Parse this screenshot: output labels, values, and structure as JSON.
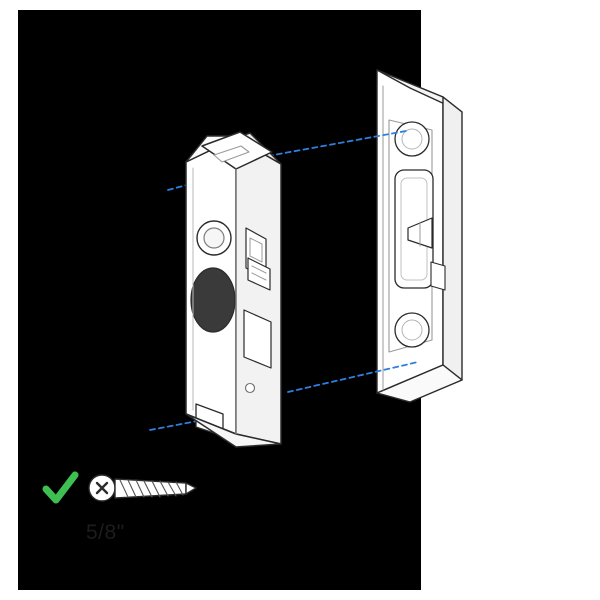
{
  "illustration": {
    "title": "Video doorbell mounting bracket alignment diagram",
    "background": {
      "panel_color": "#000000",
      "page_color": "#ffffff"
    },
    "colors": {
      "outline": "#2b2b2b",
      "outline_light": "#8c8c8c",
      "guide_dashed": "#2f7fe0",
      "checkmark_green": "#3fbf52",
      "device_fill": "#ffffff",
      "lens_dark": "#3a3a3a",
      "shadow_gray": "#d8d8d8"
    },
    "parts": [
      {
        "name": "doorbell-device",
        "label": ""
      },
      {
        "name": "mounting-wedge-bracket",
        "label": ""
      },
      {
        "name": "mounting-screw",
        "label": "5/8\""
      }
    ],
    "guides": [
      {
        "name": "alignment-guide-top",
        "style": "dashed"
      },
      {
        "name": "alignment-guide-upper-left",
        "style": "dashed"
      },
      {
        "name": "alignment-guide-lower-right",
        "style": "dashed"
      },
      {
        "name": "alignment-guide-bottom-left",
        "style": "dashed"
      }
    ],
    "annotations": {
      "screw_length": "5/8\"",
      "checkmark": "✓"
    }
  }
}
